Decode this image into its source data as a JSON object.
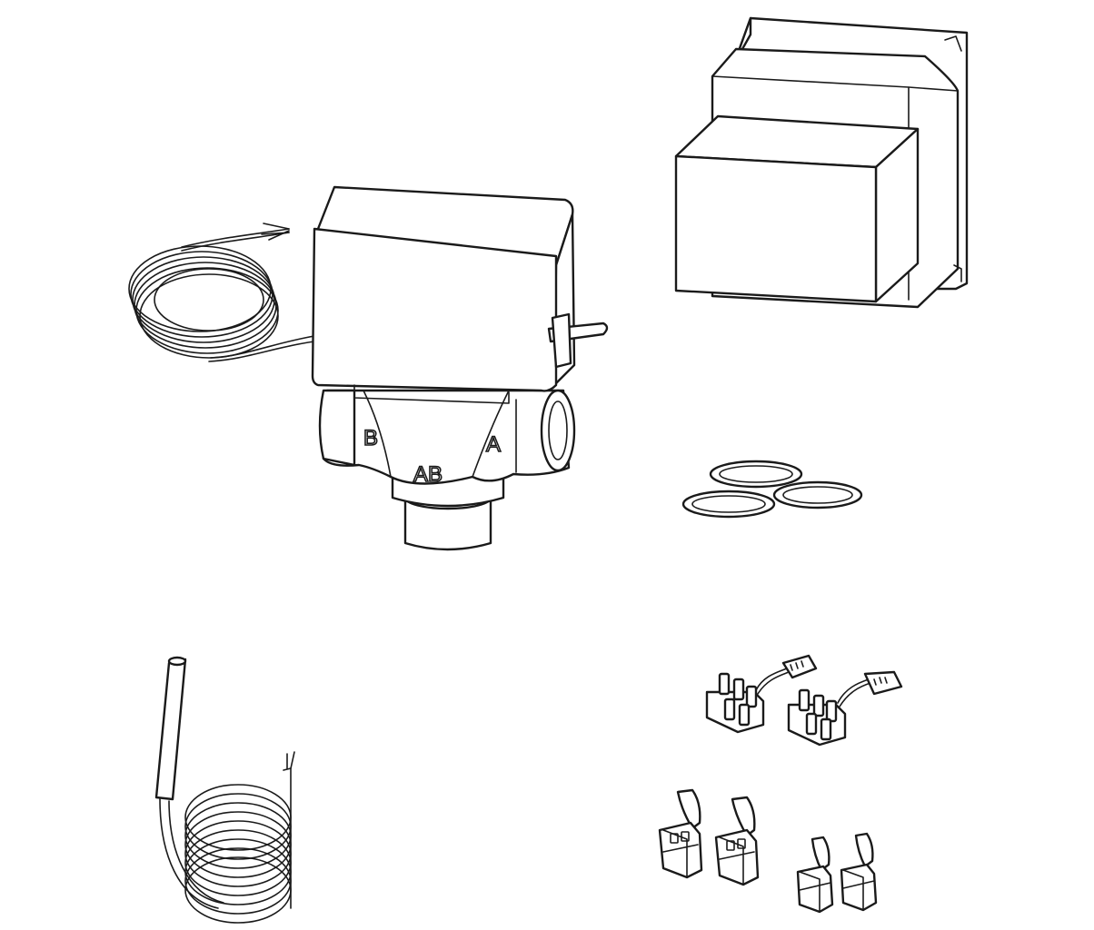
{
  "diagram": {
    "valve": {
      "port_labels": {
        "b": "B",
        "a": "A",
        "ab": "AB"
      }
    },
    "line_color": "#1a1a1a",
    "background": "#ffffff"
  }
}
